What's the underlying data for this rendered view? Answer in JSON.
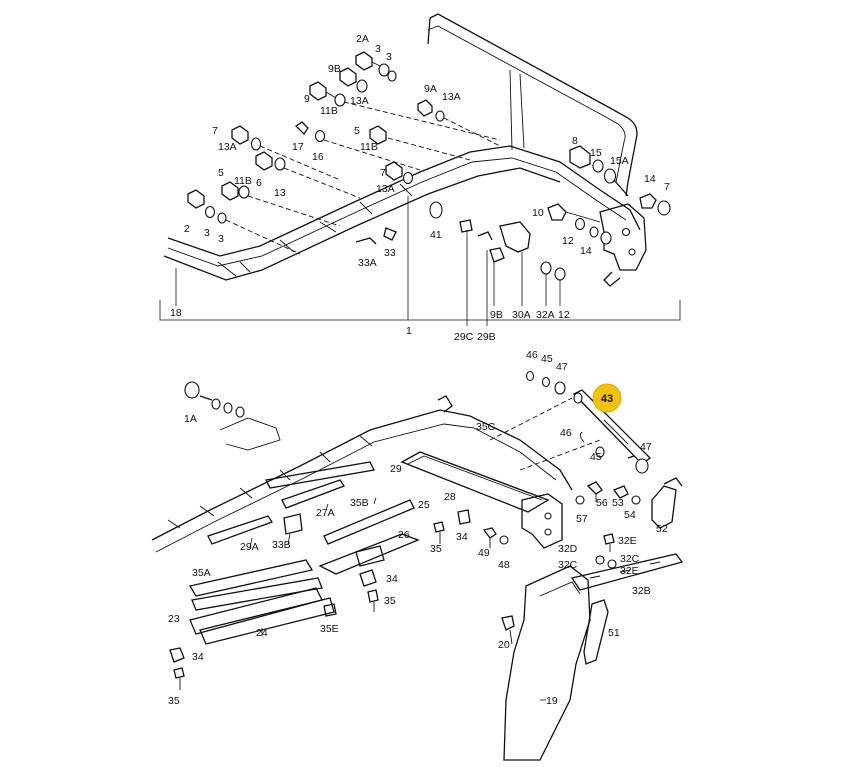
{
  "highlight": {
    "label": "43",
    "color": "#f4c20d"
  },
  "top_labels": {
    "l2A": "2A",
    "l3a": "3",
    "l3b": "3",
    "l9Ba": "9B",
    "l9a": "9",
    "l11Ba": "11B",
    "l13Aa": "13A",
    "l9A": "9A",
    "l13Ab": "13A",
    "l7a": "7",
    "l13Ac": "13A",
    "l17": "17",
    "l16": "16",
    "l5a": "5",
    "l11Bb": "11B",
    "l8": "8",
    "l15": "15",
    "l15A": "15A",
    "l14a": "14",
    "l7b": "7",
    "l5b": "5",
    "l11Bc": "11B",
    "l6": "6",
    "l13": "13",
    "l7c": "7",
    "l13Ad": "13A",
    "l10": "10",
    "l12a": "12",
    "l14b": "14",
    "l2": "2",
    "l3c": "3",
    "l3d": "3",
    "l41": "41",
    "l33": "33",
    "l33A": "33A",
    "l9B": "9B",
    "l30A": "30A",
    "l32A": "32A",
    "l12b": "12",
    "l18": "18",
    "l1": "1",
    "l29C": "29C",
    "l29B": "29B"
  },
  "bottom_labels": {
    "l1A": "1A",
    "l46a": "46",
    "l45a": "45",
    "l47a": "47",
    "l46b": "46",
    "l45b": "45",
    "l47b": "47",
    "l35C": "35C",
    "l29": "29",
    "l28": "28",
    "l27A": "27A",
    "l35B": "35B",
    "l25": "25",
    "l29A": "29A",
    "l33B": "33B",
    "l26": "26",
    "l35a": "35",
    "l34a": "34",
    "l49": "49",
    "l48": "48",
    "l57": "57",
    "l56": "56",
    "l53": "53",
    "l54": "54",
    "l52": "52",
    "l32D": "32D",
    "l32Ea": "32E",
    "l32C": "32C",
    "l32Cb": "32C",
    "l32Eb": "32E",
    "l32B": "32B",
    "l35A": "35A",
    "l34b": "34",
    "l35b": "35",
    "l23": "23",
    "l24": "24",
    "l35E": "35E",
    "l34c": "34",
    "l35c": "35",
    "l20": "20",
    "l51": "51",
    "l19": "19"
  }
}
